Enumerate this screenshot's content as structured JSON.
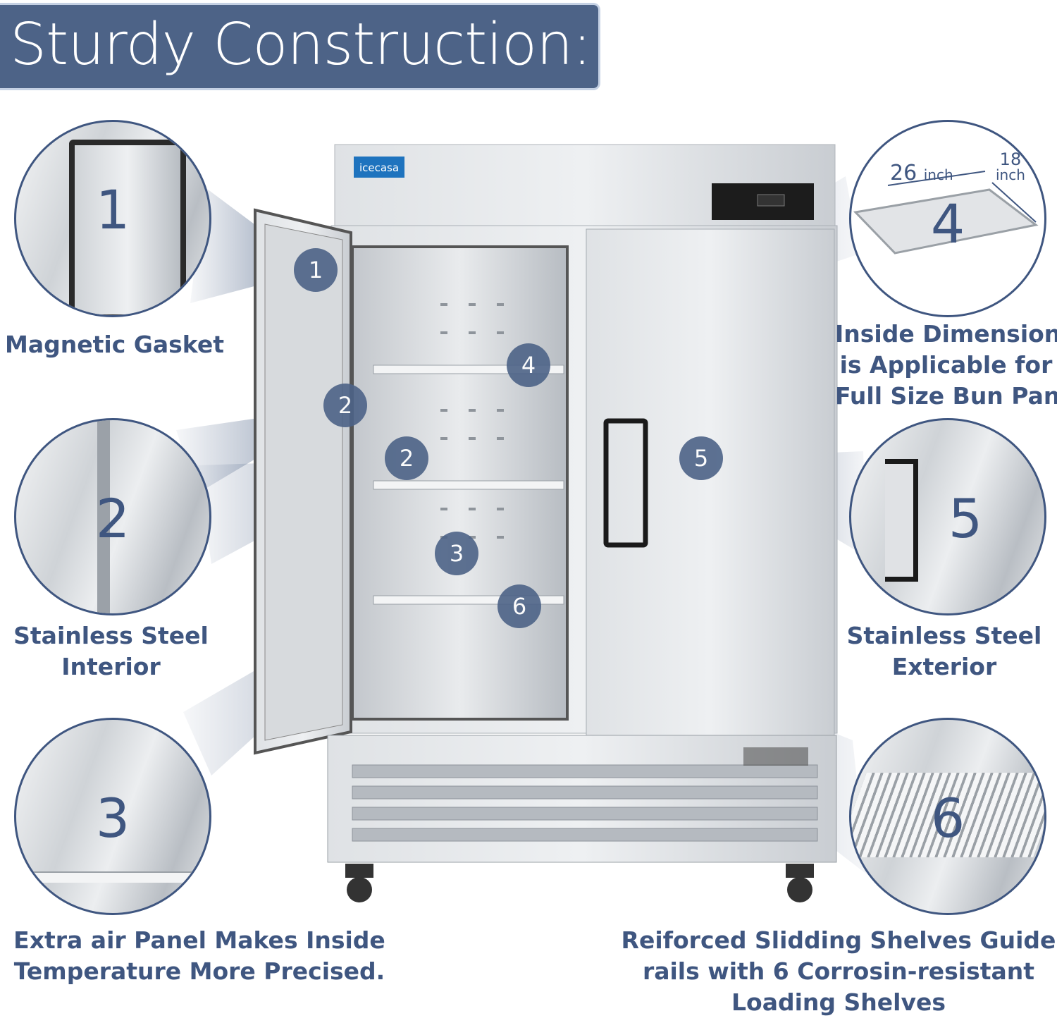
{
  "title": "Sturdy Construction:",
  "brand": "icecasa",
  "colors": {
    "accent": "#4d6387",
    "text": "#3f5680",
    "steel": "#c8ccd0"
  },
  "features": [
    {
      "number": "1",
      "caption_lines": [
        "Magnetic Gasket"
      ]
    },
    {
      "number": "2",
      "caption_lines": [
        "Stainless Steel",
        "Interior"
      ]
    },
    {
      "number": "3",
      "caption_lines": [
        "Extra air Panel Makes Inside",
        "Temperature More Precised."
      ]
    },
    {
      "number": "4",
      "caption_lines": [
        "Inside Dimension",
        "is Applicable for",
        "Full Size Bun Pan."
      ]
    },
    {
      "number": "5",
      "caption_lines": [
        "Stainless Steel",
        "Exterior"
      ]
    },
    {
      "number": "6",
      "caption_lines": [
        "Reiforced Slidding Shelves Guide",
        "rails with 6 Corrosin-resistant",
        "Loading Shelves"
      ]
    }
  ],
  "pan_dims": {
    "width": "26",
    "width_unit": "inch",
    "depth": "18",
    "depth_unit": "inch"
  }
}
